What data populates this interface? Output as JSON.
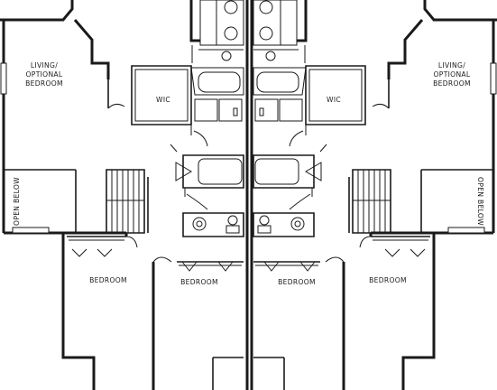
{
  "plan": {
    "labels": {
      "living_left_line1": "LIVING/",
      "living_left_line2": "OPTIONAL",
      "living_left_line3": "BEDROOM",
      "living_right_line1": "LIVING/",
      "living_right_line2": "OPTIONAL",
      "living_right_line3": "BEDROOM",
      "wic_left": "WIC",
      "wic_right": "WIC",
      "open_below_left": "OPEN BELOW",
      "open_below_right": "OPEN BELOW",
      "bedroom_far_left": "BEDROOM",
      "bedroom_center_left": "BEDROOM",
      "bedroom_center_right": "BEDROOM",
      "bedroom_far_right": "BEDROOM"
    }
  }
}
